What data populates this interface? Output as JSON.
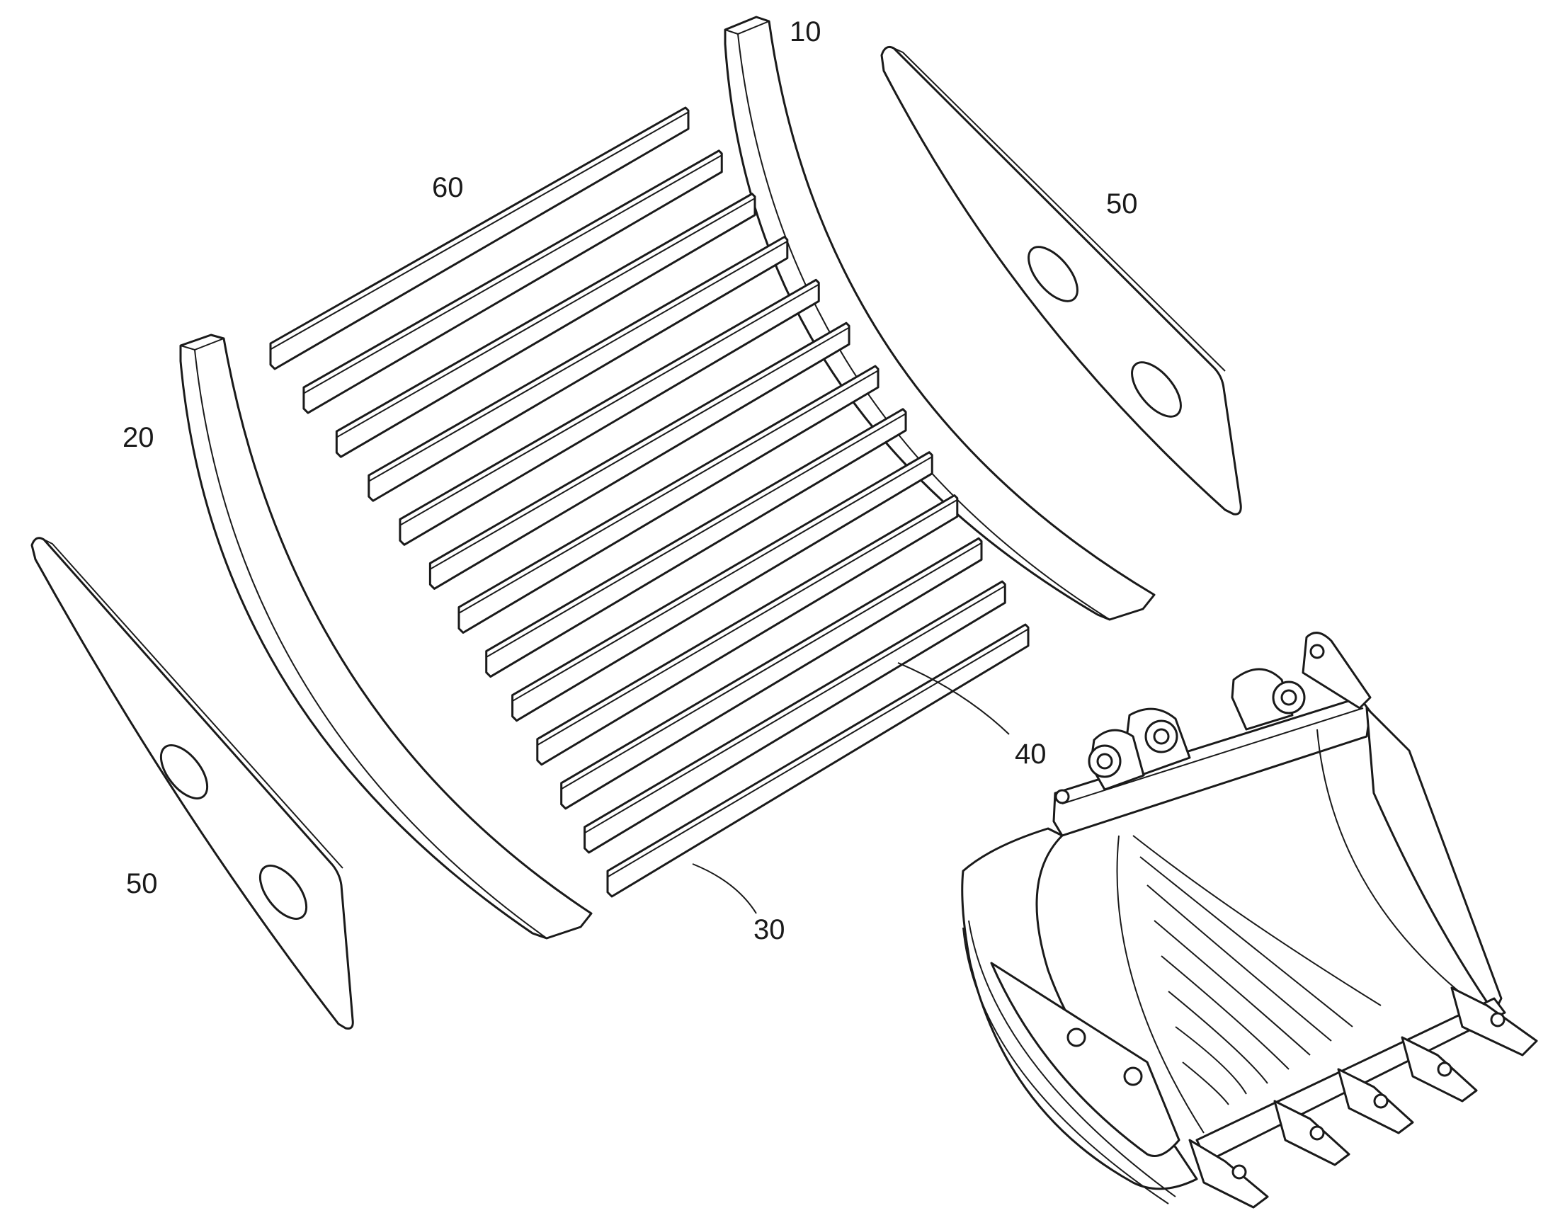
{
  "labels": {
    "part_10": "10",
    "part_20": "20",
    "part_30": "30",
    "part_40": "40",
    "part_50_right": "50",
    "part_50_left": "50",
    "part_60": "60"
  },
  "colors": {
    "line": "#1a1a1a",
    "background": "#ffffff"
  },
  "wear_strip_count": 13
}
